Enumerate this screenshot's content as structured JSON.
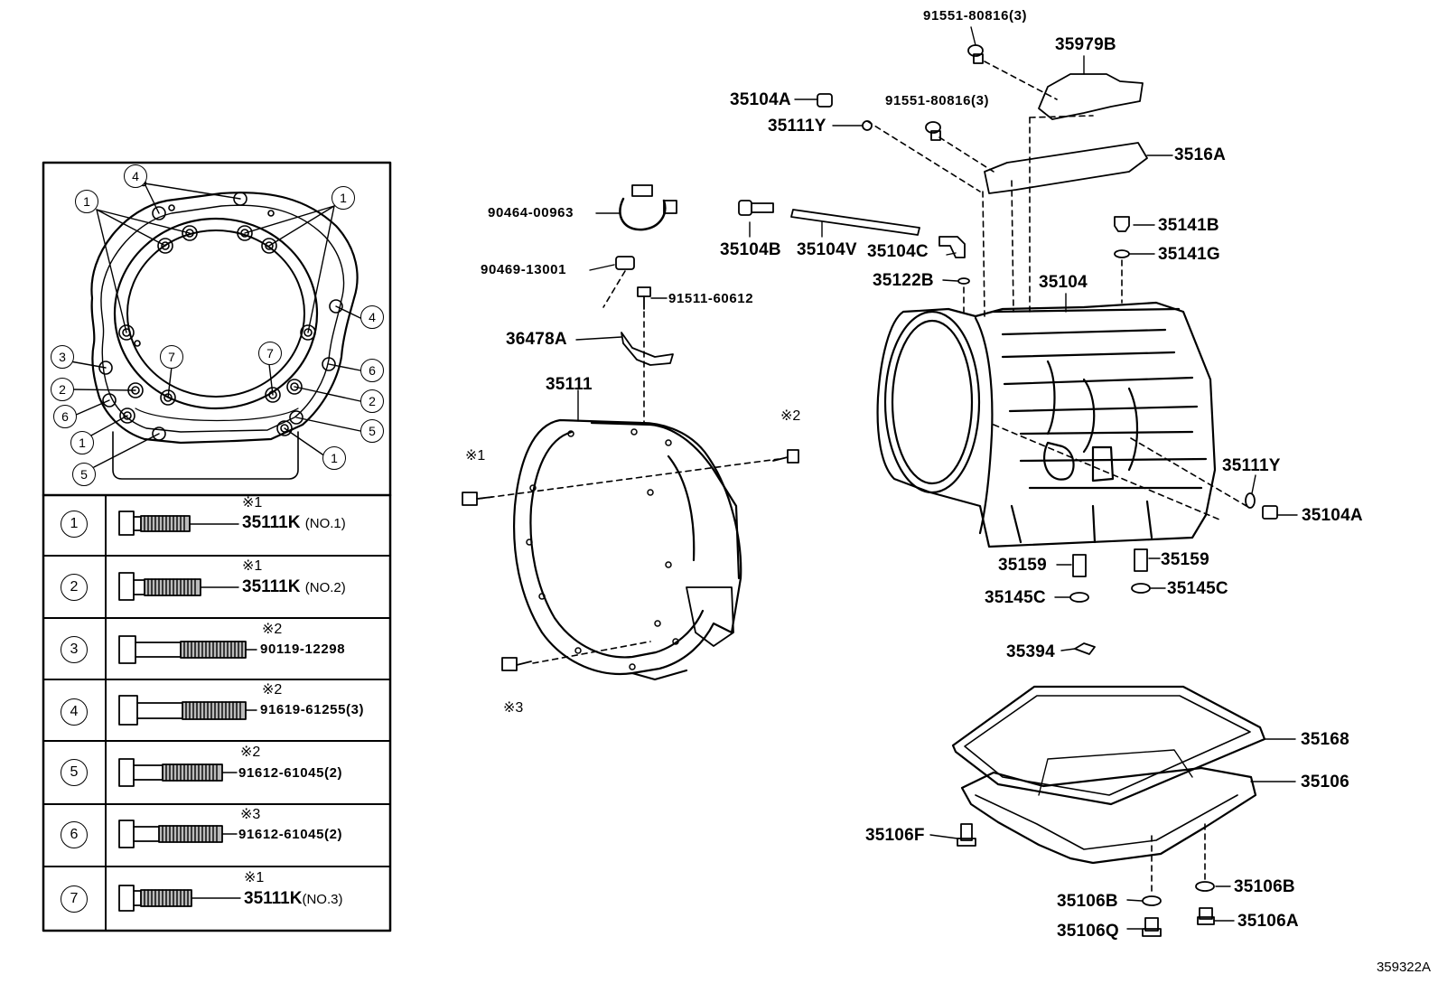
{
  "diagram_id": "359322A",
  "parts": {
    "p91551_top": "91551-80816(3)",
    "p35979B": "35979B",
    "p35104A_top": "35104A",
    "p91551_mid": "91551-80816(3)",
    "p35111Y_top": "35111Y",
    "p3516A": "3516A",
    "p90464": "90464-00963",
    "p35104B": "35104B",
    "p35104V": "35104V",
    "p35104C": "35104C",
    "p35141B": "35141B",
    "p35141G": "35141G",
    "p90469": "90469-13001",
    "p91511": "91511-60612",
    "p35122B": "35122B",
    "p35104": "35104",
    "p36478A": "36478A",
    "p35111": "35111",
    "p35111Y_right": "35111Y",
    "p35104A_right": "35104A",
    "p35159_left": "35159",
    "p35159_right": "35159",
    "p35145C_left": "35145C",
    "p35145C_right": "35145C",
    "p35394": "35394",
    "p35168": "35168",
    "p35106": "35106",
    "p35106F": "35106F",
    "p35106B_right": "35106B",
    "p35106B_left": "35106B",
    "p35106A": "35106A",
    "p35106Q": "35106Q"
  },
  "marks": {
    "m1": "※1",
    "m2": "※2",
    "m3": "※3"
  },
  "bolt_table": [
    {
      "num": "1",
      "mark": "※1",
      "part": "35111K",
      "suffix": "(NO.1)"
    },
    {
      "num": "2",
      "mark": "※1",
      "part": "35111K",
      "suffix": "(NO.2)"
    },
    {
      "num": "3",
      "mark": "※2",
      "part": "90119-12298",
      "suffix": ""
    },
    {
      "num": "4",
      "mark": "※2",
      "part": "91619-61255(3)",
      "suffix": ""
    },
    {
      "num": "5",
      "mark": "※2",
      "part": "91612-61045(2)",
      "suffix": ""
    },
    {
      "num": "6",
      "mark": "※3",
      "part": "91612-61045(2)",
      "suffix": ""
    },
    {
      "num": "7",
      "mark": "※1",
      "part": "35111K",
      "suffix": "(NO.3)"
    }
  ],
  "callouts": {
    "c1": "1",
    "c2": "2",
    "c3": "3",
    "c4": "4",
    "c5": "5",
    "c6": "6",
    "c7": "7"
  }
}
